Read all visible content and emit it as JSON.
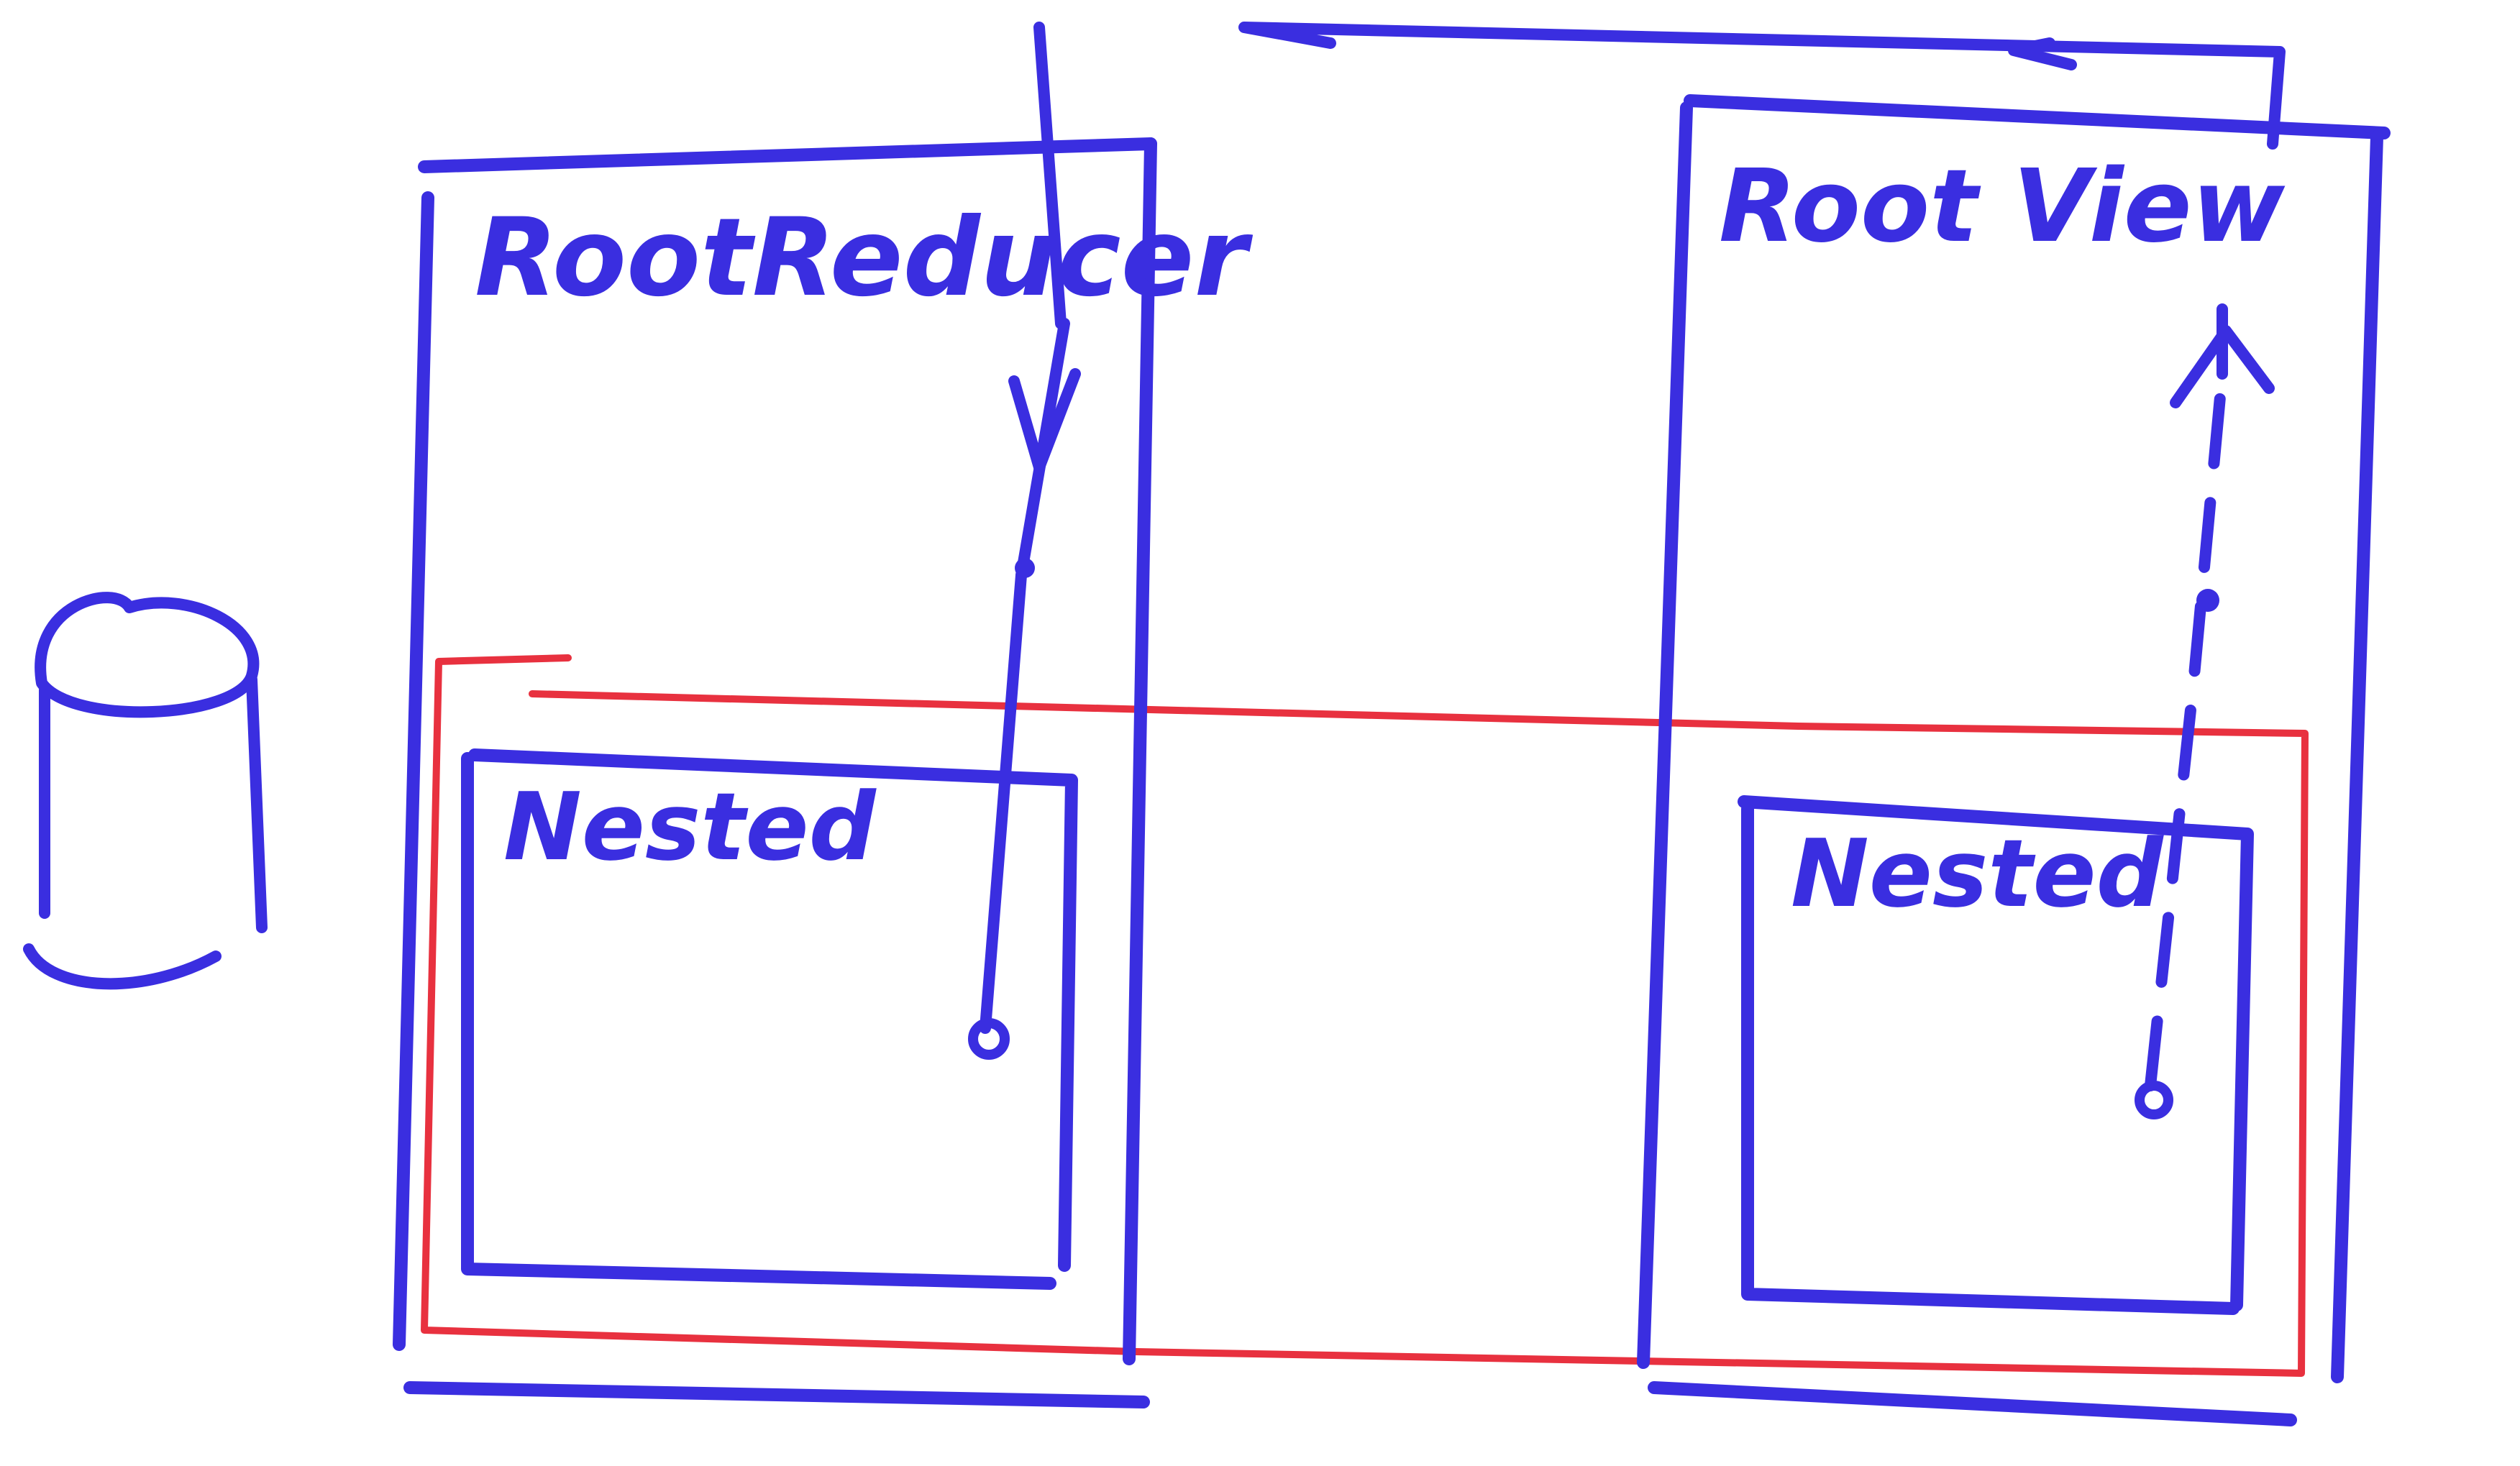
{
  "diagram": {
    "colors": {
      "primary_ink": "#3a2ee0",
      "highlight_ink": "#e8313f",
      "paper": "#ffffff"
    },
    "left_box": {
      "title": "RootReducer",
      "nested_title": "Nested"
    },
    "right_box": {
      "title": "Root View",
      "nested_title": "Nested"
    },
    "shapes": [
      "database-cylinder",
      "red-highlight-region",
      "flow-arrows"
    ]
  }
}
